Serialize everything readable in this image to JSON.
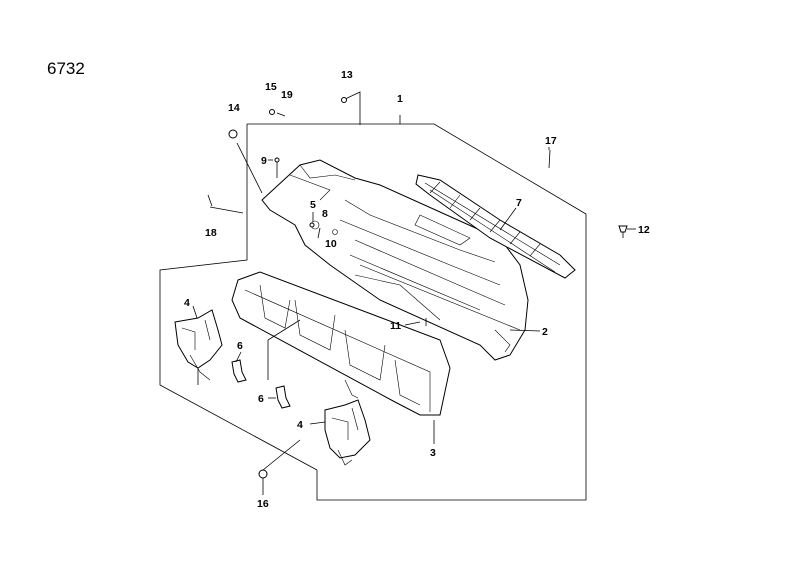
{
  "diagram": {
    "code": "6732",
    "callouts": [
      {
        "id": "c1",
        "label": "1"
      },
      {
        "id": "c2",
        "label": "2"
      },
      {
        "id": "c3",
        "label": "3"
      },
      {
        "id": "c4a",
        "label": "4"
      },
      {
        "id": "c4b",
        "label": "4"
      },
      {
        "id": "c5",
        "label": "5"
      },
      {
        "id": "c6a",
        "label": "6"
      },
      {
        "id": "c6b",
        "label": "6"
      },
      {
        "id": "c7",
        "label": "7"
      },
      {
        "id": "c8",
        "label": "8"
      },
      {
        "id": "c9",
        "label": "9"
      },
      {
        "id": "c10",
        "label": "10"
      },
      {
        "id": "c11",
        "label": "11"
      },
      {
        "id": "c12",
        "label": "12"
      },
      {
        "id": "c13",
        "label": "13"
      },
      {
        "id": "c14",
        "label": "14"
      },
      {
        "id": "c15",
        "label": "15"
      },
      {
        "id": "c16",
        "label": "16"
      },
      {
        "id": "c17",
        "label": "17"
      },
      {
        "id": "c18",
        "label": "18"
      },
      {
        "id": "c19",
        "label": "19"
      }
    ]
  }
}
